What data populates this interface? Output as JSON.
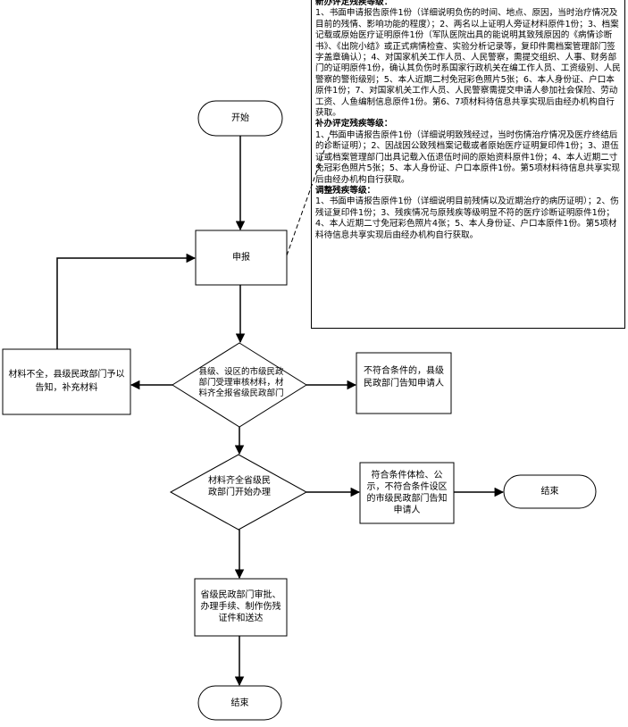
{
  "nodes": {
    "start": "开始",
    "declare": "申报",
    "review": "县级、设区的市级民政部门受理审核材料，材料齐全报省级民政部门",
    "incomplete": "材料不全，县级民政部门予以告知，补充材料",
    "reject": "不符合条件的，县级民政部门告知申请人",
    "province_process": "材料齐全省级民政部门开始办理",
    "notify": "符合条件体检、公示，不符合条件设区的市级民政部门告知申请人",
    "end_right": "结束",
    "approve": "省级民政部门审批、办理手续、制作伤残证件和送达",
    "end_bottom": "结束"
  },
  "note": {
    "sections": [
      {
        "heading": "新办评定残疾等级：",
        "body": "1、书面申请报告原件1份（详细说明负伤的时间、地点、原因，当时治疗情况及目前的残情、影响功能的程度）；2、两名以上证明人旁证材料原件1份；3、档案记载或原始医疗证明原件1份（军队医院出具的能说明其致残原因的《病情诊断书》、《出院小结》或正式病情检查、实验分析记录等，复印件需档案管理部门签字盖章确认）；4、对国家机关工作人员、人民警察，需提交组织、人事、财务部门的证明原件1份，确认其负伤时系国家行政机关在编工作人员、工资级别、人民警察的警衔级别；5、本人近期二村免冠彩色照片5张；6、本人身份证、户口本原件1份；7、对国家机关工作人员、人民警察需提交申请人参加社会保险、劳动工资、人鱼编制信息原件1份。第6、7项材料待信息共享实现后由经办机构自行获取。"
      },
      {
        "heading": "补办评定残疾等级：",
        "body": "1、书面申请报告原件1份（详细说明致残经过，当时伤情治疗情况及医疗终结后的诊断证明）；2、因战因公致残档案记载或者原始医疗证明复印件1份；3、退伍证或档案管理部门出具记载入伍退伍时间的原始资料原件1份；4、本人近期二寸免冠彩色照片5张；5、本人身份证、户口本原件1份。第5项材料待信息共享实现后由经办机构自行获取。"
      },
      {
        "heading": "调整残疾等级：",
        "body": "1、书面申请报告原件1份（详细说明目前残情以及近期治疗的病历证明）；2、伤残证复印件1份；3、残疾情况与原残疾等级明显不符的医疗诊断证明原件1份；4、本人近期二寸免冠彩色照片4张；5、本人身份证、户口本原件1份。第5项材料待信息共享实现后由经办机构自行获取。"
      }
    ]
  }
}
